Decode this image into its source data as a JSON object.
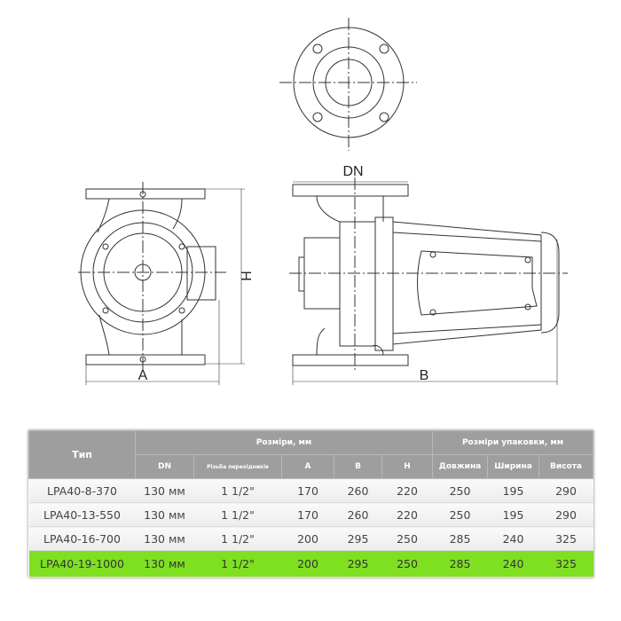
{
  "drawing": {
    "labels": {
      "dn": "DN",
      "a": "A",
      "h": "H",
      "b": "B"
    }
  },
  "table": {
    "col_type": "Тип",
    "group_dims": "Розміри, мм",
    "group_pack": "Розміри упаковки, мм",
    "sub_headers": [
      "DN",
      "Різьба перехідників",
      "A",
      "B",
      "H",
      "Довжина",
      "Ширина",
      "Висота"
    ],
    "rows": [
      [
        "LPA40-8-370",
        "130 мм",
        "1 1/2\"",
        "170",
        "260",
        "220",
        "250",
        "195",
        "290"
      ],
      [
        "LPA40-13-550",
        "130 мм",
        "1 1/2\"",
        "170",
        "260",
        "220",
        "250",
        "195",
        "290"
      ],
      [
        "LPA40-16-700",
        "130 мм",
        "1 1/2\"",
        "200",
        "295",
        "250",
        "285",
        "240",
        "325"
      ],
      [
        "LPA40-19-1000",
        "130 мм",
        "1 1/2\"",
        "200",
        "295",
        "250",
        "285",
        "240",
        "325"
      ]
    ],
    "highlight_row": 3,
    "highlight_color": "#7ee021",
    "header_color": "#9e9e9e"
  }
}
